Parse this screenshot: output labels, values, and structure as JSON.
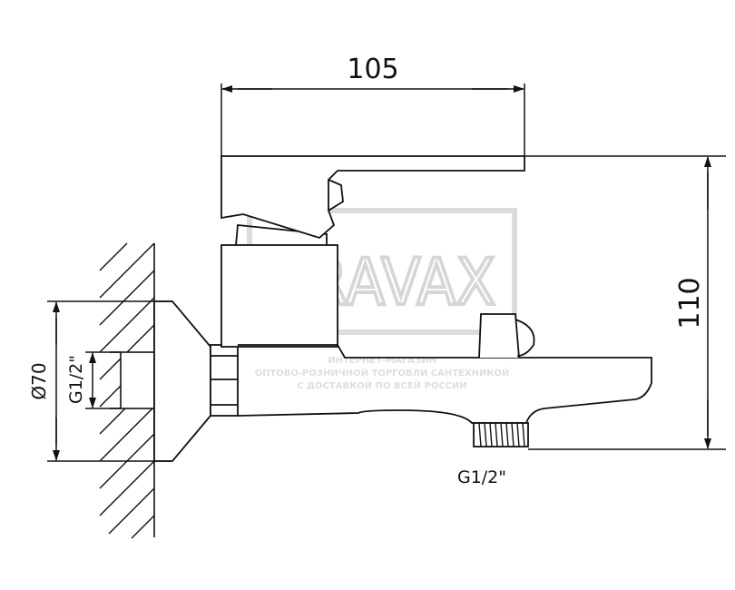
{
  "dimensions": {
    "width_label": "105",
    "height_label": "110",
    "diameter_label": "Ø70",
    "inlet_thread_label": "G1/2\"",
    "outlet_thread_label": "G1/2\""
  },
  "watermark": {
    "brand": "BRAVAX",
    "line1": "ИНТЕРНЕТ-МАГАЗИН",
    "line2": "ОПТОВО-РОЗНИЧНОЙ ТОРГОВЛИ САНТЕХНИКОЙ",
    "line3": "С ДОСТАВКОЙ ПО ВСЕЙ РОССИИ"
  },
  "colors": {
    "line": "#111111",
    "watermark": "#d9d9d9",
    "background": "#ffffff"
  }
}
